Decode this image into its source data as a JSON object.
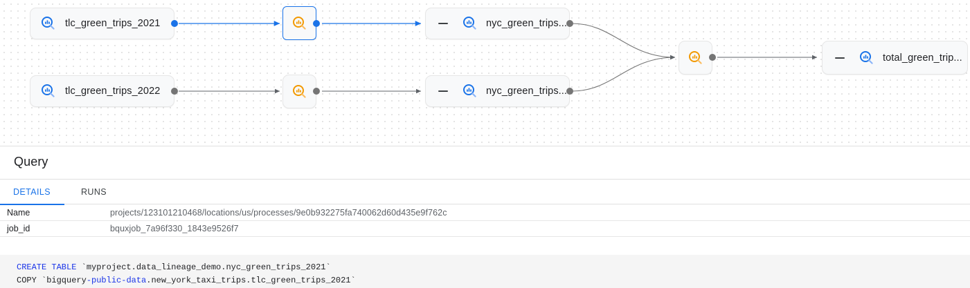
{
  "graph": {
    "nodes": [
      {
        "id": "n1",
        "label": "tlc_green_trips_2021",
        "icon": "bigquery-table-search-icon",
        "type": "table",
        "selected": false,
        "has_collapse_dash": false
      },
      {
        "id": "n2",
        "label": "tlc_green_trips_2022",
        "icon": "bigquery-table-search-icon",
        "type": "table",
        "selected": false,
        "has_collapse_dash": false
      },
      {
        "id": "n3",
        "label": "",
        "icon": "process-search-icon",
        "type": "process",
        "selected": true,
        "has_collapse_dash": false
      },
      {
        "id": "n4",
        "label": "",
        "icon": "process-search-icon",
        "type": "process",
        "selected": false,
        "has_collapse_dash": false
      },
      {
        "id": "n5",
        "label": "nyc_green_trips...",
        "icon": "bigquery-table-search-icon",
        "type": "table",
        "selected": false,
        "has_collapse_dash": true
      },
      {
        "id": "n6",
        "label": "nyc_green_trips...",
        "icon": "bigquery-table-search-icon",
        "type": "table",
        "selected": false,
        "has_collapse_dash": true
      },
      {
        "id": "n7",
        "label": "",
        "icon": "process-search-icon",
        "type": "process",
        "selected": false,
        "has_collapse_dash": false
      },
      {
        "id": "n8",
        "label": "total_green_trip...",
        "icon": "bigquery-table-search-icon",
        "type": "table",
        "selected": false,
        "has_collapse_dash": true
      }
    ],
    "colors": {
      "edge": "#5f6368",
      "edge_highlight": "#1a73e8",
      "table_icon": "#1a73e8",
      "process_icon": "#f29900",
      "selection": "#1a73e8"
    }
  },
  "panel": {
    "title": "Query",
    "tabs": [
      {
        "label": "DETAILS",
        "active": true
      },
      {
        "label": "RUNS",
        "active": false
      }
    ],
    "properties": [
      {
        "key": "Name",
        "value": "projects/123101210468/locations/us/processes/9e0b932275fa740062d60d435e9f762c"
      },
      {
        "key": "job_id",
        "value": "bquxjob_7a96f330_1843e9526f7"
      }
    ],
    "code": {
      "line1_kw": "CREATE TABLE",
      "line1_rest": " `myproject.data_lineage_demo.nyc_green_trips_2021`",
      "line2_pre": "COPY `bigquery",
      "line2_kw": "-public-data",
      "line2_rest": ".new_york_taxi_trips.tlc_green_trips_2021`"
    }
  }
}
